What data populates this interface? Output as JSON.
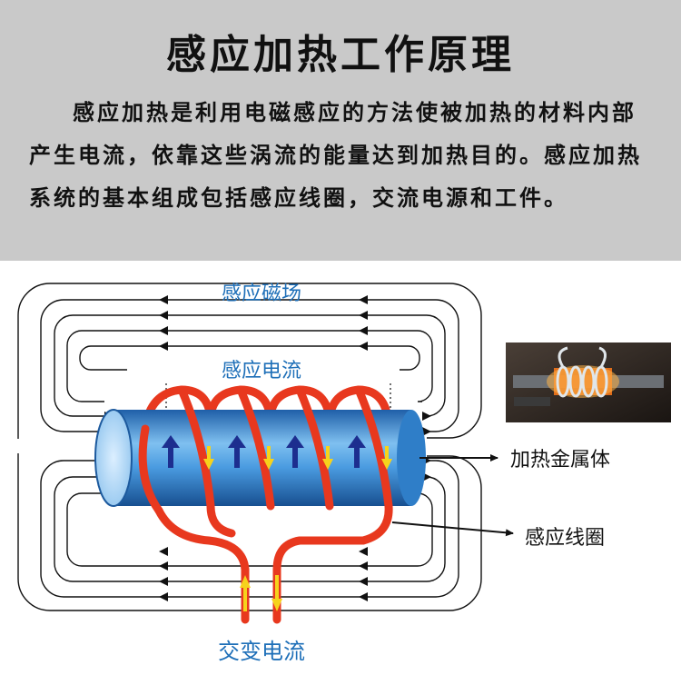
{
  "header": {
    "title": "感应加热工作原理",
    "description": "感应加热是利用电磁感应的方法使被加热的材料内部产生电流，依靠这些涡流的能量达到加热目的。感应加热系统的基本组成包括感应线圈，交流电源和工件。"
  },
  "diagram": {
    "label_magnetic_field": "感应磁场",
    "label_induced_current": "感应电流",
    "label_heated_metal": "加热金属体",
    "label_coil": "感应线圈",
    "label_ac_current": "交变电流"
  },
  "colors": {
    "header_bg": "#c9c9c9",
    "label_blue": "#1e6fb8",
    "coil_red": "#e8381e",
    "arrow_yellow": "#f6d21c",
    "arrow_navy": "#1d2e8f",
    "cylinder_blue": "#3a8fd8"
  }
}
